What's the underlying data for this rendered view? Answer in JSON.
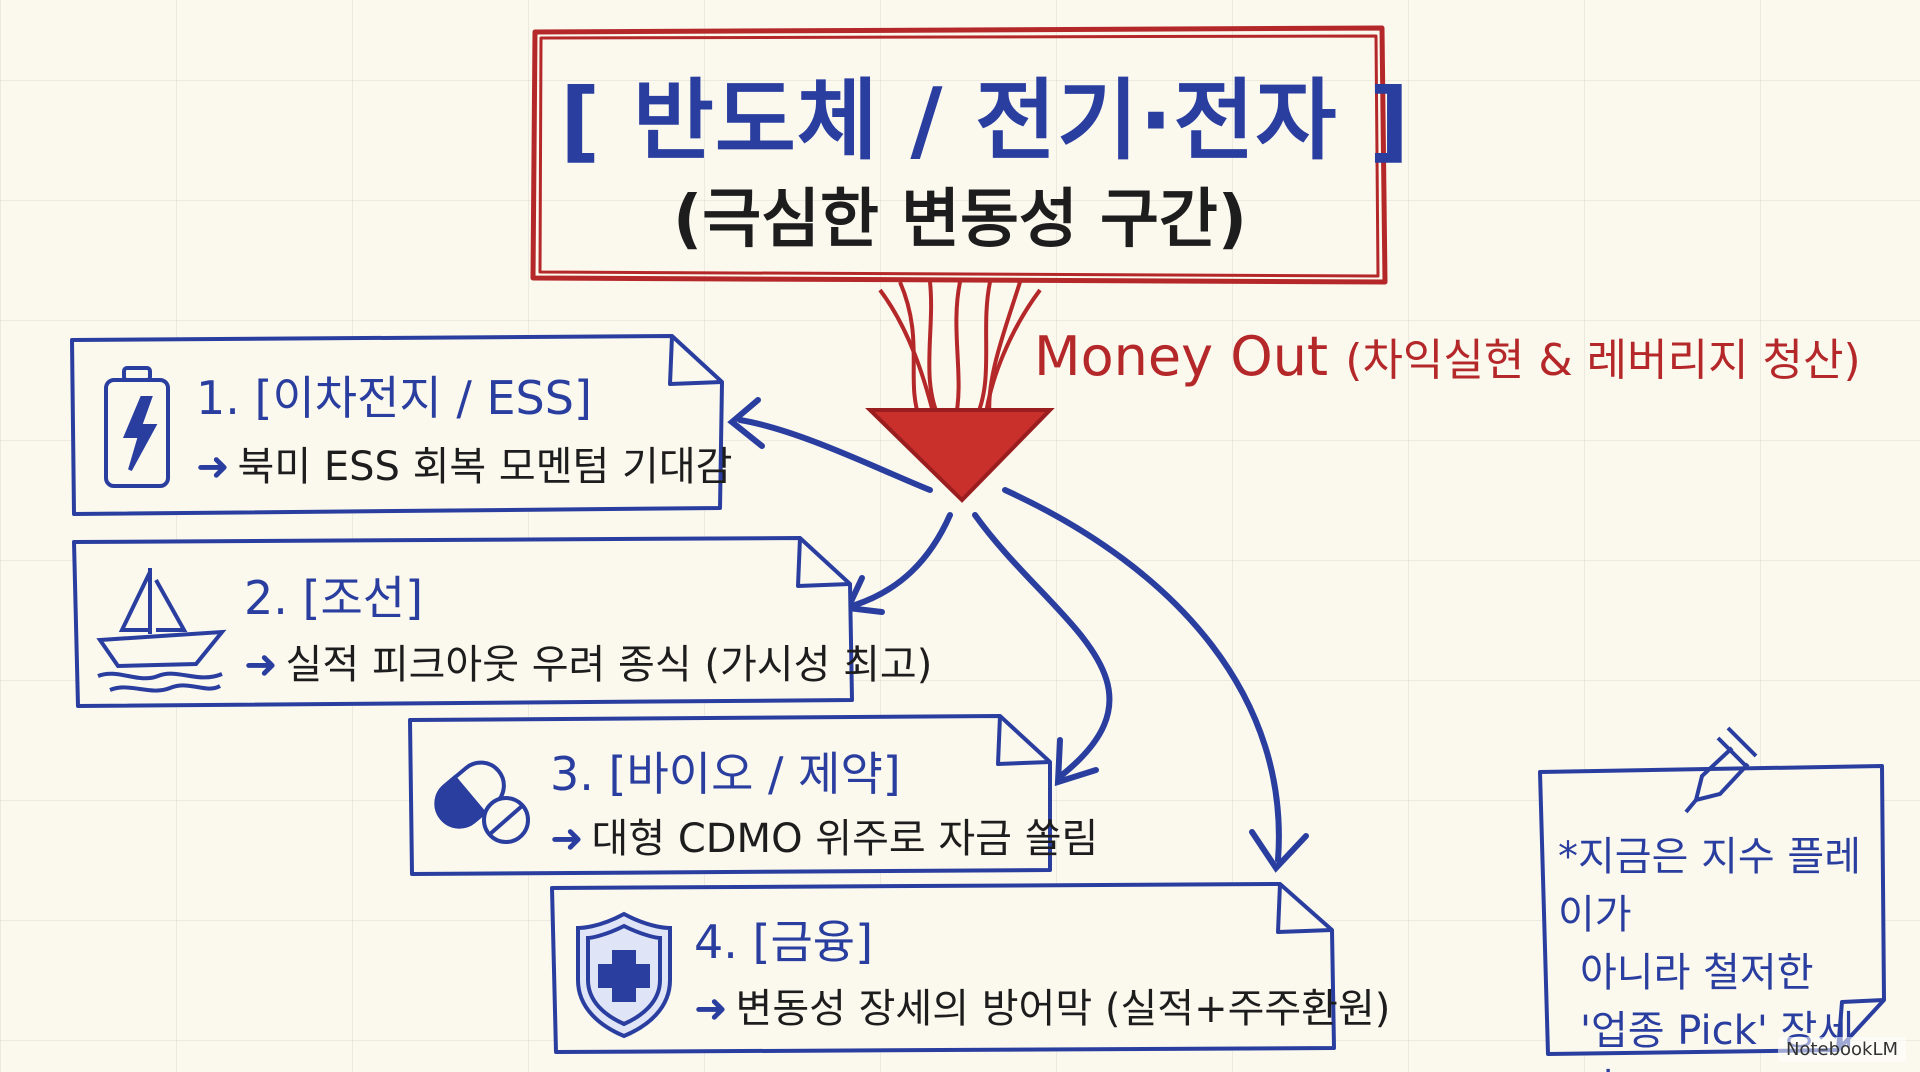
{
  "header": {
    "title": "[ 반도체 / 전기·전자 ]",
    "subtitle": "(극심한 변동성 구간)"
  },
  "flow_label": {
    "main": "Money Out",
    "detail": "(차익실현 & 레버리지 청산)"
  },
  "cards": [
    {
      "title": "1. [이차전지 / ESS]",
      "sub": "북미 ESS 회복 모멘텀 기대감",
      "icon": "battery-icon"
    },
    {
      "title": "2. [조선]",
      "sub": "실적 피크아웃 우려 종식 (가시성 최고)",
      "icon": "sailboat-icon"
    },
    {
      "title": "3. [바이오 / 제약]",
      "sub": "대형 CDMO 위주로 자금 쏠림",
      "icon": "pill-icon"
    },
    {
      "title": "4. [금융]",
      "sub": "변동성 장세의 방어막 (실적+주주환원)",
      "icon": "shield-cross-icon"
    }
  ],
  "note": {
    "lines": [
      "*지금은 지수 플레이가",
      "아니라 철저한",
      "'업종 Pick' 장세다."
    ],
    "icon": "pushpin-icon"
  },
  "brand": "NotebookLM",
  "colors": {
    "blue": "#2a3ea0",
    "red": "#b5282a",
    "paper": "#fbf8ee"
  }
}
